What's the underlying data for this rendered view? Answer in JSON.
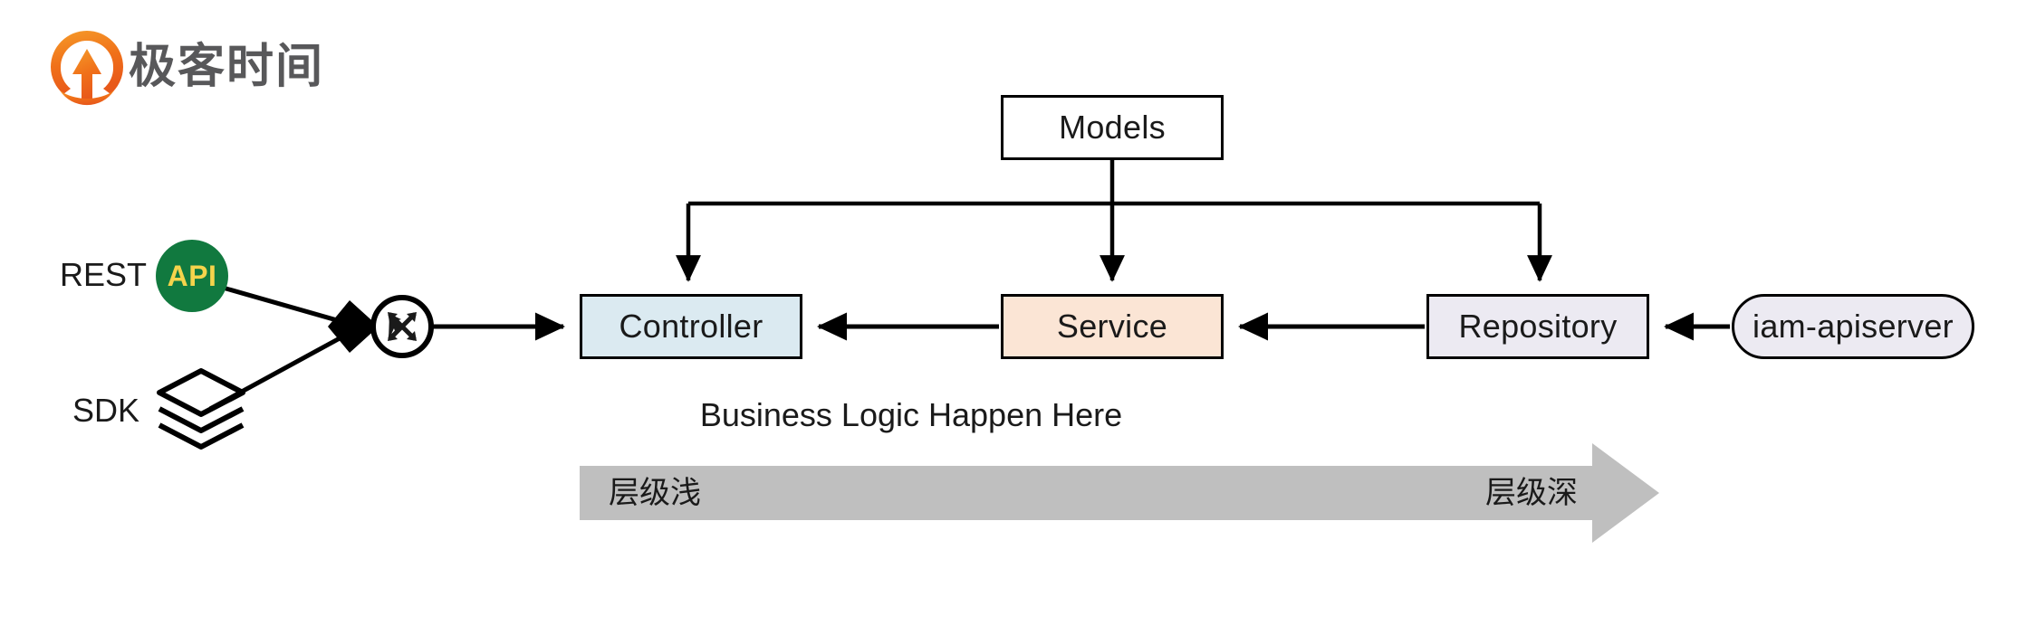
{
  "brand": {
    "name": "极客时间",
    "mark_icon": "geektime-q-logo-icon",
    "mark_color": "#f07019"
  },
  "diagram": {
    "title": "IAM layered architecture",
    "nodes": [
      {
        "id": "models",
        "label": "Models",
        "shape": "rect",
        "fill": "#ffffff"
      },
      {
        "id": "controller",
        "label": "Controller",
        "shape": "rect",
        "fill": "#dbeaf1"
      },
      {
        "id": "service",
        "label": "Service",
        "shape": "rect",
        "fill": "#fbe5d5"
      },
      {
        "id": "repository",
        "label": "Repository",
        "shape": "rect",
        "fill": "#eceaf2"
      },
      {
        "id": "apiserver",
        "label": "iam-apiserver",
        "shape": "pill",
        "fill": "#eceaf2"
      }
    ],
    "entrypoints": [
      {
        "id": "rest",
        "label": "REST",
        "badge": "API",
        "badge_fill": "#11793f",
        "badge_text_color": "#f5d44c",
        "icon": "api-circle-icon"
      },
      {
        "id": "sdk",
        "label": "SDK",
        "icon": "stacked-layers-icon"
      }
    ],
    "junction": {
      "diamond_icon": "diamond-junction-icon",
      "router_icon": "four-way-arrows-router-icon"
    },
    "annotations": {
      "business_logic": "Business Logic Happen Here"
    },
    "depth_band": {
      "left_label": "层级浅",
      "right_label": "层级深",
      "fill": "#bfbfbf",
      "direction": "left-to-right"
    },
    "edges": [
      {
        "from": "rest",
        "to": "junction",
        "type": "line"
      },
      {
        "from": "sdk",
        "to": "junction",
        "type": "line"
      },
      {
        "from": "junction",
        "to": "controller",
        "type": "arrow"
      },
      {
        "from": "service",
        "to": "controller",
        "type": "arrow"
      },
      {
        "from": "repository",
        "to": "service",
        "type": "arrow"
      },
      {
        "from": "apiserver",
        "to": "repository",
        "type": "arrow"
      },
      {
        "from": "models",
        "to": "controller",
        "type": "arrow"
      },
      {
        "from": "models",
        "to": "service",
        "type": "arrow"
      },
      {
        "from": "models",
        "to": "repository",
        "type": "arrow"
      }
    ]
  }
}
